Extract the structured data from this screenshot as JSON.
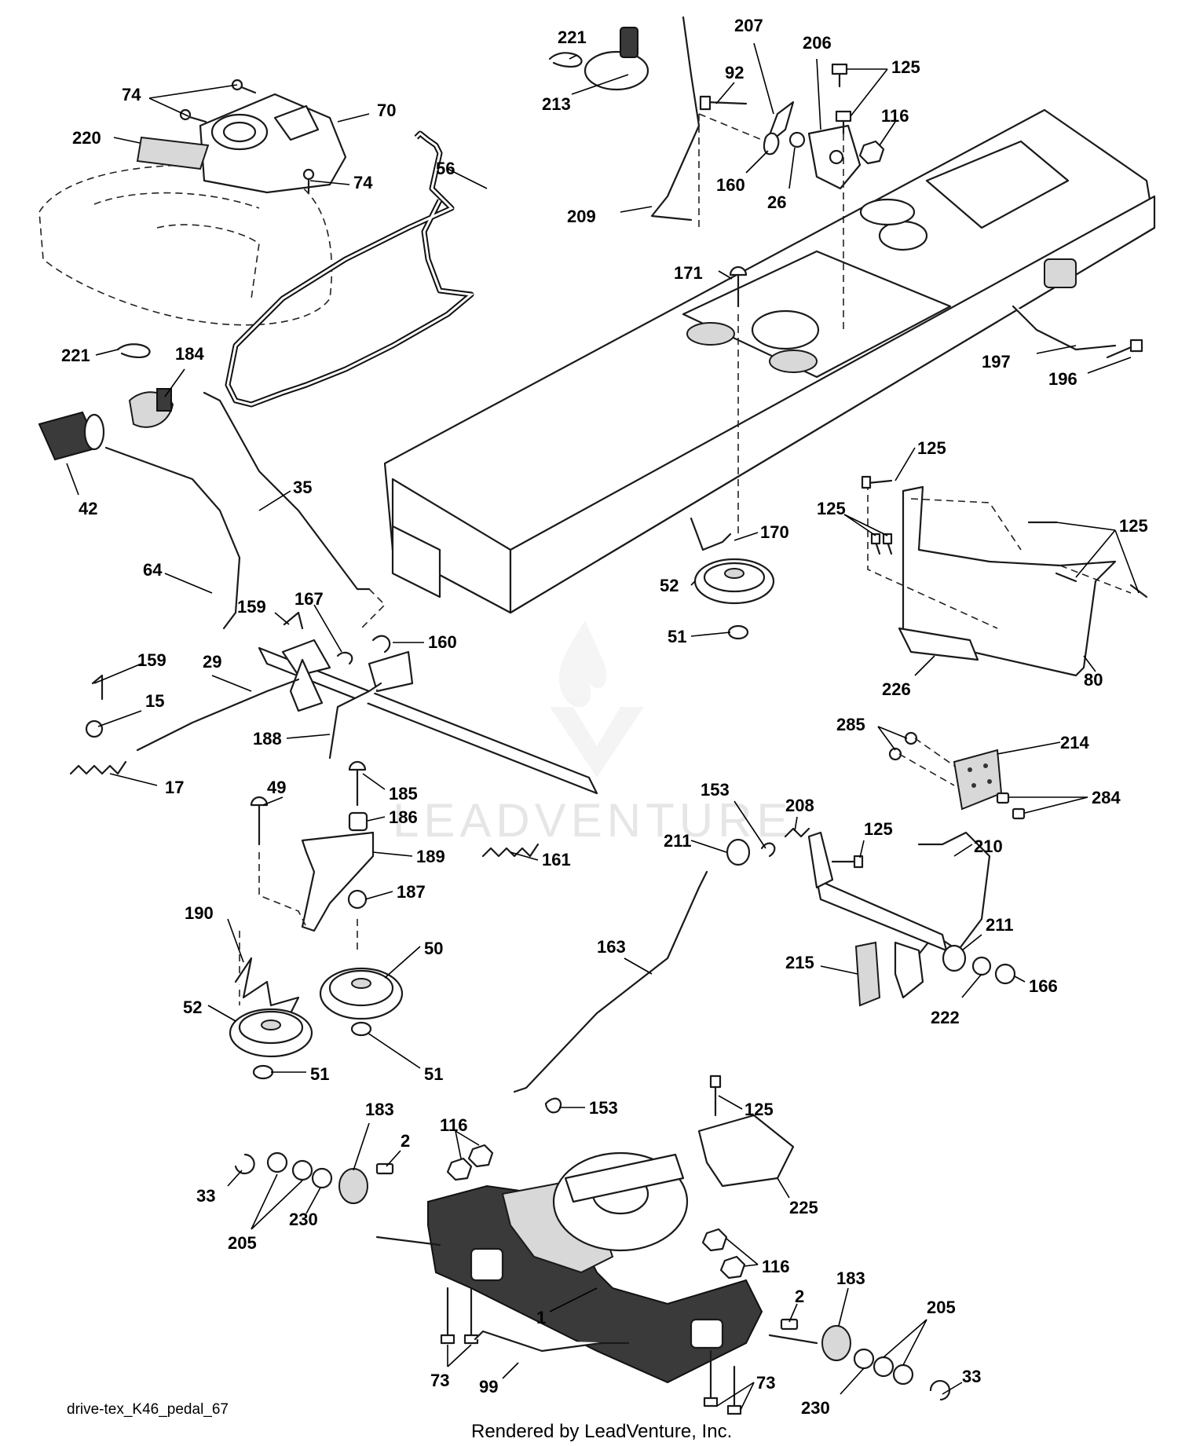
{
  "diagram_id": "drive-tex_K46_pedal_67",
  "footer": "Rendered by LeadVenture, Inc.",
  "watermark": "LEADVENTURE",
  "callouts": {
    "c221a": "221",
    "c213": "213",
    "c74a": "74",
    "c70": "70",
    "c220": "220",
    "c74b": "74",
    "c56": "56",
    "c92": "92",
    "c207": "207",
    "c206": "206",
    "c125a": "125",
    "c116a": "116",
    "c160a": "160",
    "c26": "26",
    "c209": "209",
    "c171": "171",
    "c197": "197",
    "c196": "196",
    "c221b": "221",
    "c184": "184",
    "c42": "42",
    "c35": "35",
    "c64": "64",
    "c159a": "159",
    "c167": "167",
    "c160b": "160",
    "c159b": "159",
    "c29": "29",
    "c15": "15",
    "c17": "17",
    "c188": "188",
    "c170": "170",
    "c52a": "52",
    "c51a": "51",
    "c125b": "125",
    "c125c": "125",
    "c125d": "125",
    "c226": "226",
    "c80": "80",
    "c285": "285",
    "c214": "214",
    "c284": "284",
    "c49": "49",
    "c185": "185",
    "c186": "186",
    "c189": "189",
    "c187": "187",
    "c161": "161",
    "c190": "190",
    "c50": "50",
    "c52b": "52",
    "c51b": "51",
    "c51c": "51",
    "c153a": "153",
    "c208": "208",
    "c211a": "211",
    "c125e": "125",
    "c210": "210",
    "c211b": "211",
    "c215": "215",
    "c222": "222",
    "c166": "166",
    "c163": "163",
    "c153b": "153",
    "c125f": "125",
    "c225": "225",
    "c183a": "183",
    "c2a": "2",
    "c116b": "116",
    "c33a": "33",
    "c205a": "205",
    "c230a": "230",
    "c116c": "116",
    "c1": "1",
    "c2b": "2",
    "c183b": "183",
    "c205b": "205",
    "c73a": "73",
    "c33b": "33",
    "c99": "99",
    "c73b": "73",
    "c230b": "230"
  }
}
